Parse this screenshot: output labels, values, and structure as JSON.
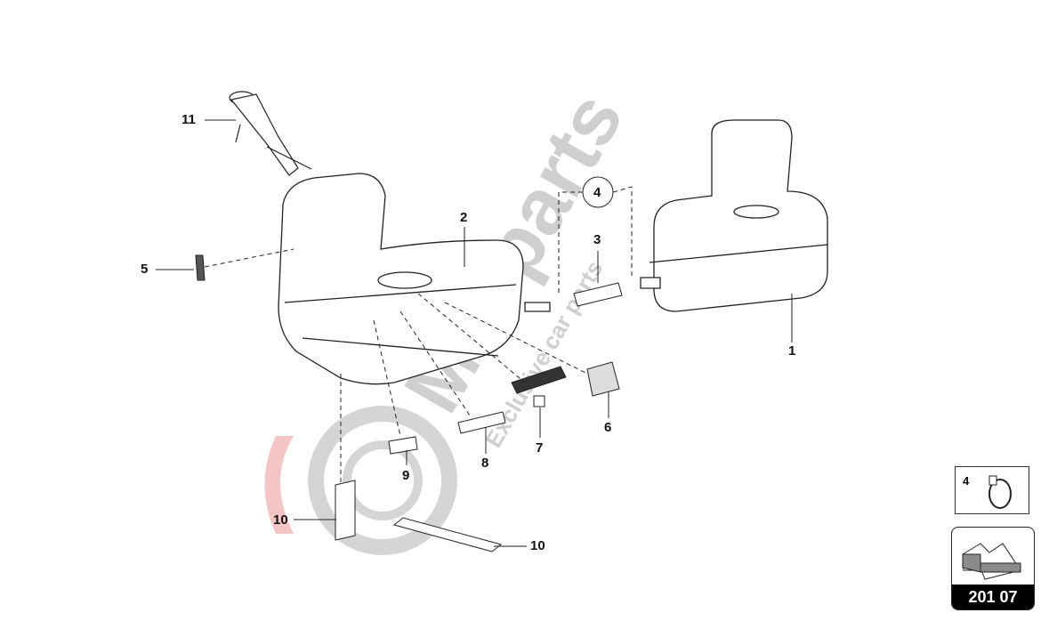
{
  "watermark": {
    "brand": "Masparts",
    "tagline": "Exclusive car parts"
  },
  "callouts": [
    {
      "id": "1",
      "text": "1"
    },
    {
      "id": "2",
      "text": "2"
    },
    {
      "id": "3",
      "text": "3"
    },
    {
      "id": "4",
      "text": "4"
    },
    {
      "id": "5",
      "text": "5"
    },
    {
      "id": "6",
      "text": "6"
    },
    {
      "id": "7",
      "text": "7"
    },
    {
      "id": "8",
      "text": "8"
    },
    {
      "id": "9",
      "text": "9"
    },
    {
      "id": "10a",
      "text": "10"
    },
    {
      "id": "10b",
      "text": "10"
    },
    {
      "id": "11",
      "text": "11"
    }
  ],
  "legend": {
    "part_number": "4",
    "icon": "hose-clamp-icon"
  },
  "navigation": {
    "code": "201 07",
    "icon": "next-arrow-icon"
  },
  "colors": {
    "line": "#222222",
    "watermark": "#9a9a9a",
    "watermark_red": "#e05a5a",
    "nav_fill": "#8a8a8a"
  }
}
